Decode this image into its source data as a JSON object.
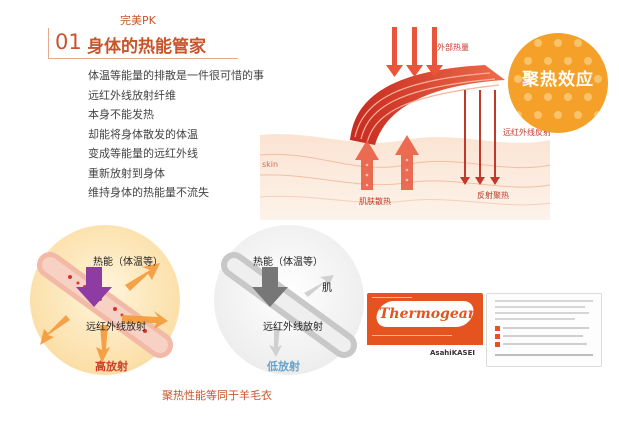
{
  "header": {
    "subtitle": "完美PK",
    "number": "01",
    "title": "身体的热能管家"
  },
  "body_lines": [
    "体温等能量的排散是一件很可惜的事",
    "远红外线放射纤维",
    "本身不能发热",
    "却能将身体散发的体温",
    "变成等能量的远红外线",
    "重新放射到身体",
    "维持身体的热能量不流失"
  ],
  "diagram": {
    "external_heat": "外部热量",
    "far_ir_reflect": "远红外线反射",
    "skin": "skin",
    "skin_heat": "肌肤散热",
    "reflect_gather": "反射聚热",
    "badge": "聚热效应"
  },
  "circle_high": {
    "heat_label": "热能（体温等）",
    "ir_label": "远红外线放射",
    "result": "高放射"
  },
  "circle_low": {
    "heat_label": "热能（体温等）",
    "skin_label": "肌",
    "ir_label": "远红外线放射",
    "result": "低放射"
  },
  "caption": "聚热性能等同于羊毛衣",
  "card_red": {
    "logo": "Thermogear",
    "brand": "AsahiKASEI"
  },
  "colors": {
    "accent": "#c8552b",
    "red": "#e5531f",
    "orange_badge": "#f5a028"
  }
}
